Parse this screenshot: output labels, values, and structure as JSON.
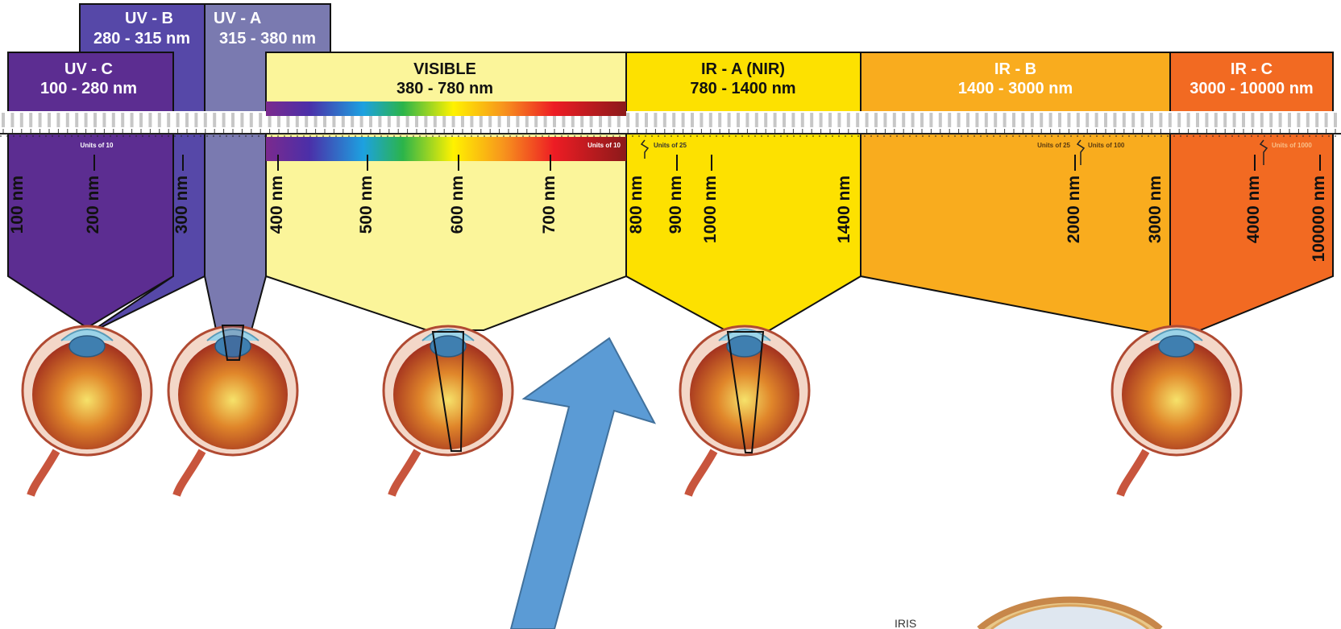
{
  "bands": {
    "uvc": {
      "name": "UV - C",
      "range": "100 - 280 nm",
      "color": "#5c2d91"
    },
    "uvb": {
      "name": "UV - B",
      "range": "280 - 315 nm",
      "color": "#5648a8"
    },
    "uva": {
      "name": "UV - A",
      "range": "315 - 380 nm",
      "color": "#7a7ab0"
    },
    "visible": {
      "name": "VISIBLE",
      "range": "380 - 780 nm",
      "color": "#fbf59a"
    },
    "ira": {
      "name": "IR - A (NIR)",
      "range": "780 - 1400 nm",
      "color": "#fde100"
    },
    "irb": {
      "name": "IR - B",
      "range": "1400 - 3000 nm",
      "color": "#f9ac1e"
    },
    "irc": {
      "name": "IR - C",
      "range": "3000 - 10000 nm",
      "color": "#f26a22"
    }
  },
  "wavelength_labels": [
    "100 nm",
    "200 nm",
    "300 nm",
    "400 nm",
    "500 nm",
    "600 nm",
    "700 nm",
    "800 nm",
    "900 nm",
    "1000 nm",
    "1400 nm",
    "2000 nm",
    "3000 nm",
    "4000 nm",
    "100000 nm"
  ],
  "unit_notes": [
    "Units of 10",
    "Units of 10",
    "Units of 25",
    "Units of 25",
    "Units of 100",
    "Units of 1000"
  ],
  "inset_label": "IRIS",
  "arrow_color": "#5b9bd5"
}
